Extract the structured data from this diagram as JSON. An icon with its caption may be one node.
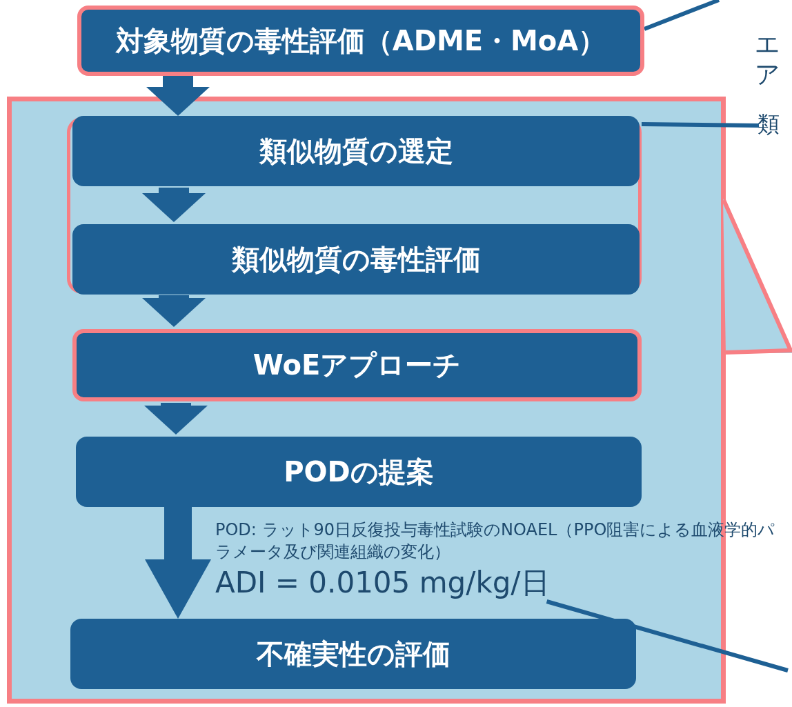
{
  "diagram": {
    "nodes": [
      {
        "text": [
          "対象物質の毒性評価（ADME・MoA）"
        ]
      },
      {
        "text": [],
        "shape": "box"
      },
      {
        "text": [],
        "shape": "box",
        "in": 1
      },
      {
        "text": [
          "類似物質の選定"
        ],
        "in": 2
      },
      {
        "text": [
          "類似物質の毒性評価"
        ],
        "in": 2
      },
      {
        "text": [
          "WoEアプローチ"
        ],
        "in": 1
      },
      {
        "text": [
          "PODの提案"
        ],
        "in": 1
      },
      {
        "text": [
          "不確実性の評価"
        ],
        "in": 1
      },
      {
        "text": [
          "類"
        ]
      },
      {
        "text": [
          "ADI = 0.0105 mg/kg/日"
        ],
        "in": 1
      }
    ],
    "edges": [
      {
        "from": 0,
        "to": 3,
        "arrow": "to"
      },
      {
        "from": 3,
        "to": 4,
        "arrow": "to"
      },
      {
        "from": 4,
        "to": 5,
        "arrow": "to"
      },
      {
        "from": 5,
        "to": 6,
        "arrow": "to"
      },
      {
        "from": 6,
        "to": 7,
        "arrow": "to"
      },
      {
        "from": 0,
        "to": null,
        "arrow": "none"
      },
      {
        "from": 2,
        "to": 8,
        "arrow": "none"
      },
      {
        "from": 9,
        "to": null,
        "arrow": "none"
      }
    ],
    "labels": [
      "エ",
      "ア",
      "POD: ラット90日反復投与毒性試験のNOAEL（PPO阻害による血液学的パラメータ及び関連組織の変化）"
    ]
  }
}
